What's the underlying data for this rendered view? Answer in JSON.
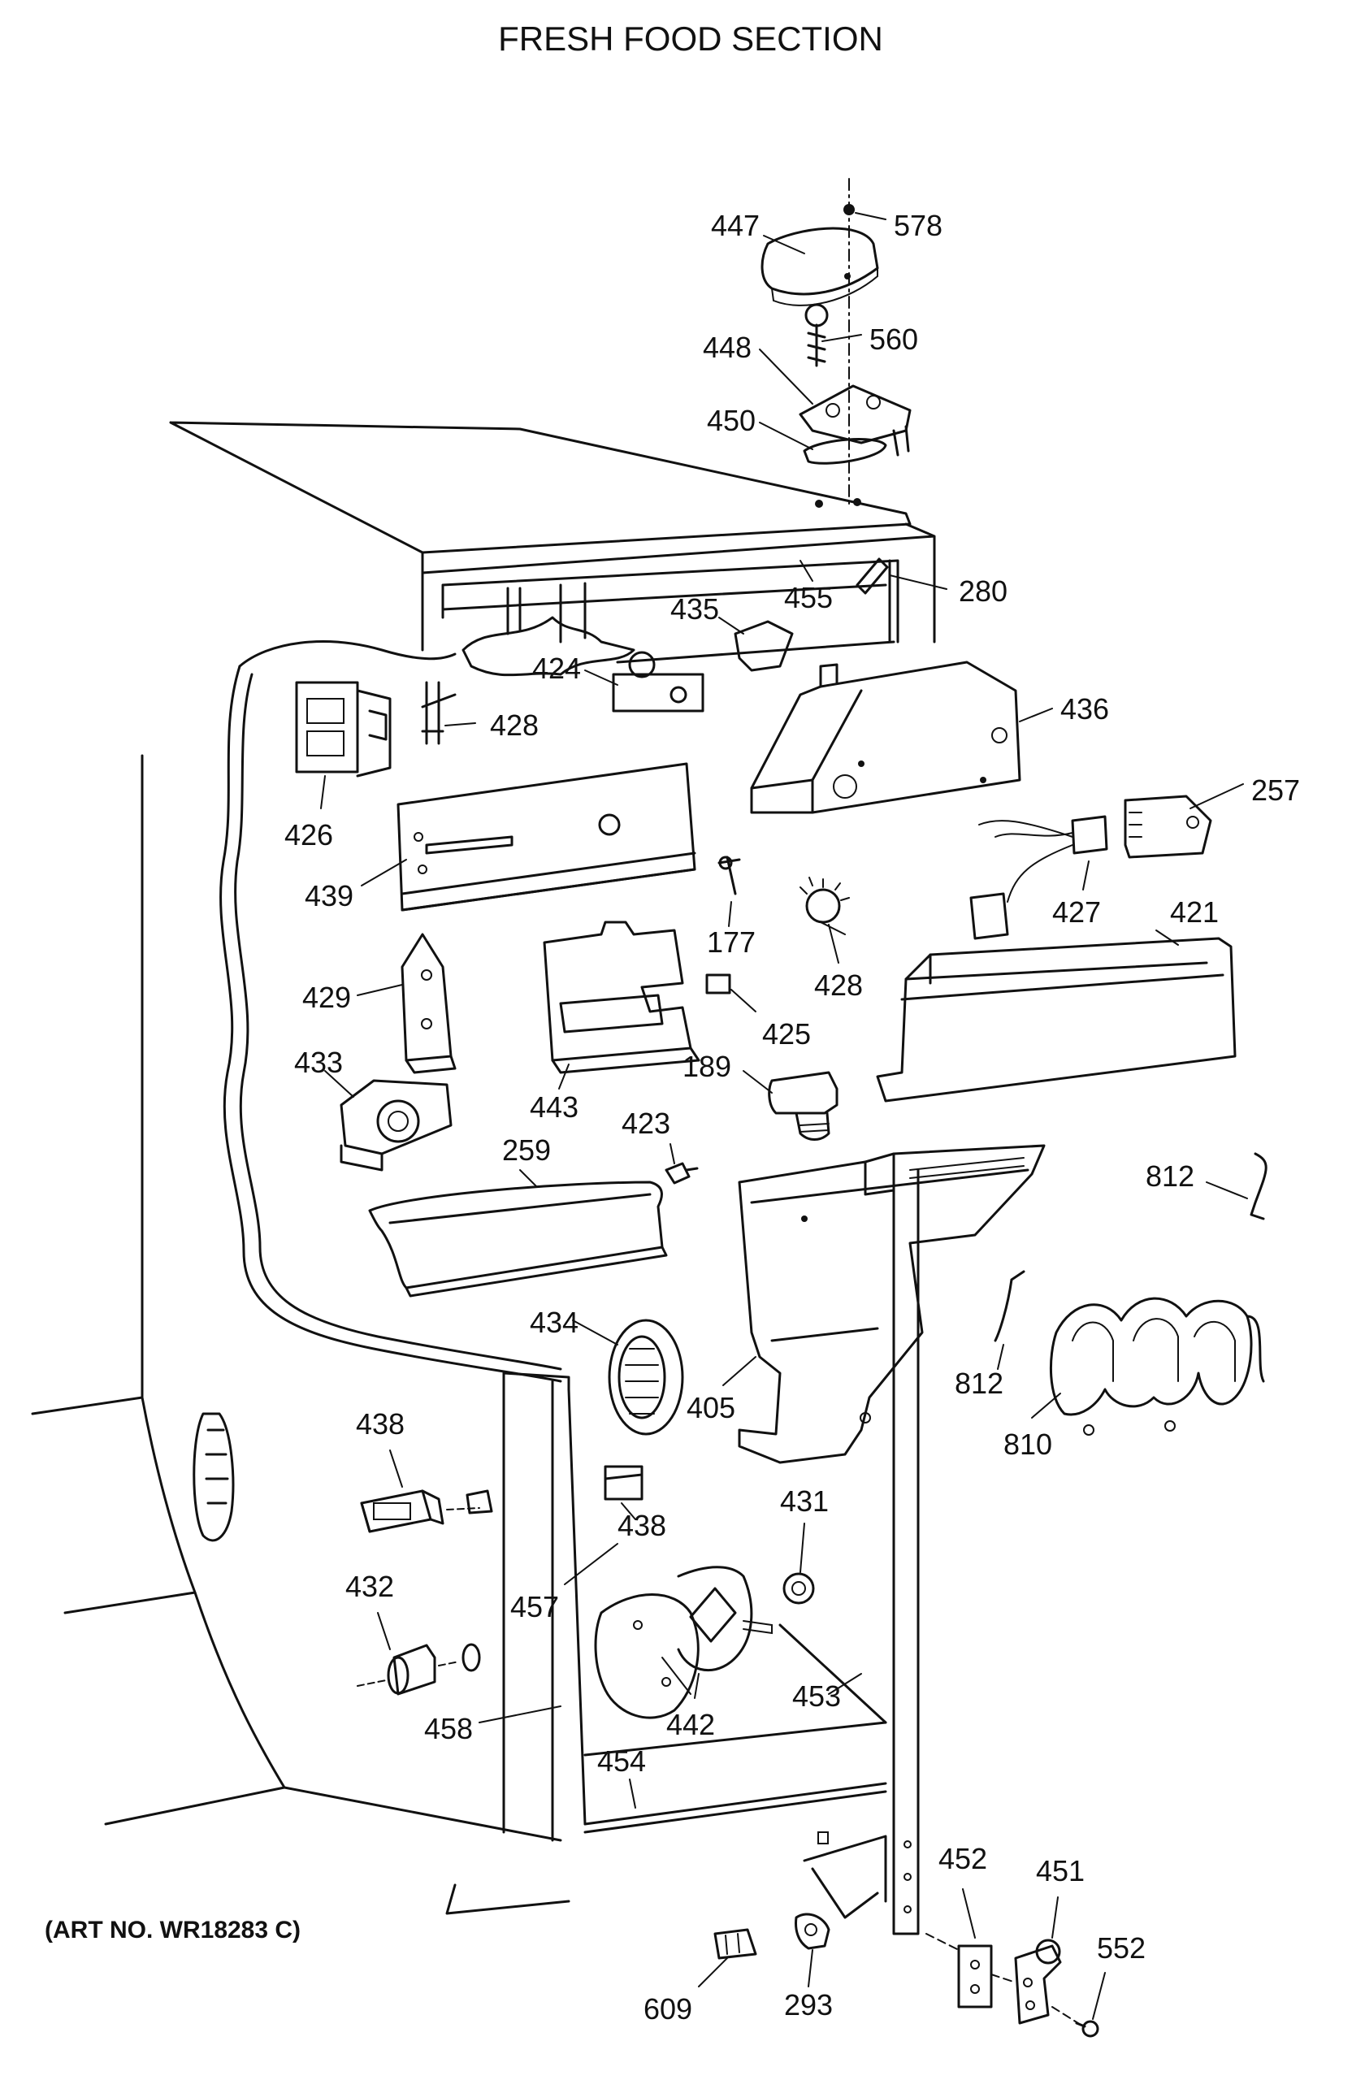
{
  "title": "FRESH FOOD SECTION",
  "art_number": "(ART NO. WR18283 C)",
  "parts": [
    "578",
    "447",
    "560",
    "448",
    "450",
    "455",
    "280",
    "435",
    "424",
    "428",
    "436",
    "426",
    "257",
    "439",
    "177",
    "427",
    "421",
    "429",
    "428",
    "425",
    "443",
    "189",
    "433",
    "423",
    "259",
    "812",
    "434",
    "405",
    "812",
    "810",
    "438",
    "438",
    "431",
    "457",
    "432",
    "453",
    "442",
    "458",
    "454",
    "452",
    "451",
    "552",
    "609",
    "293"
  ]
}
